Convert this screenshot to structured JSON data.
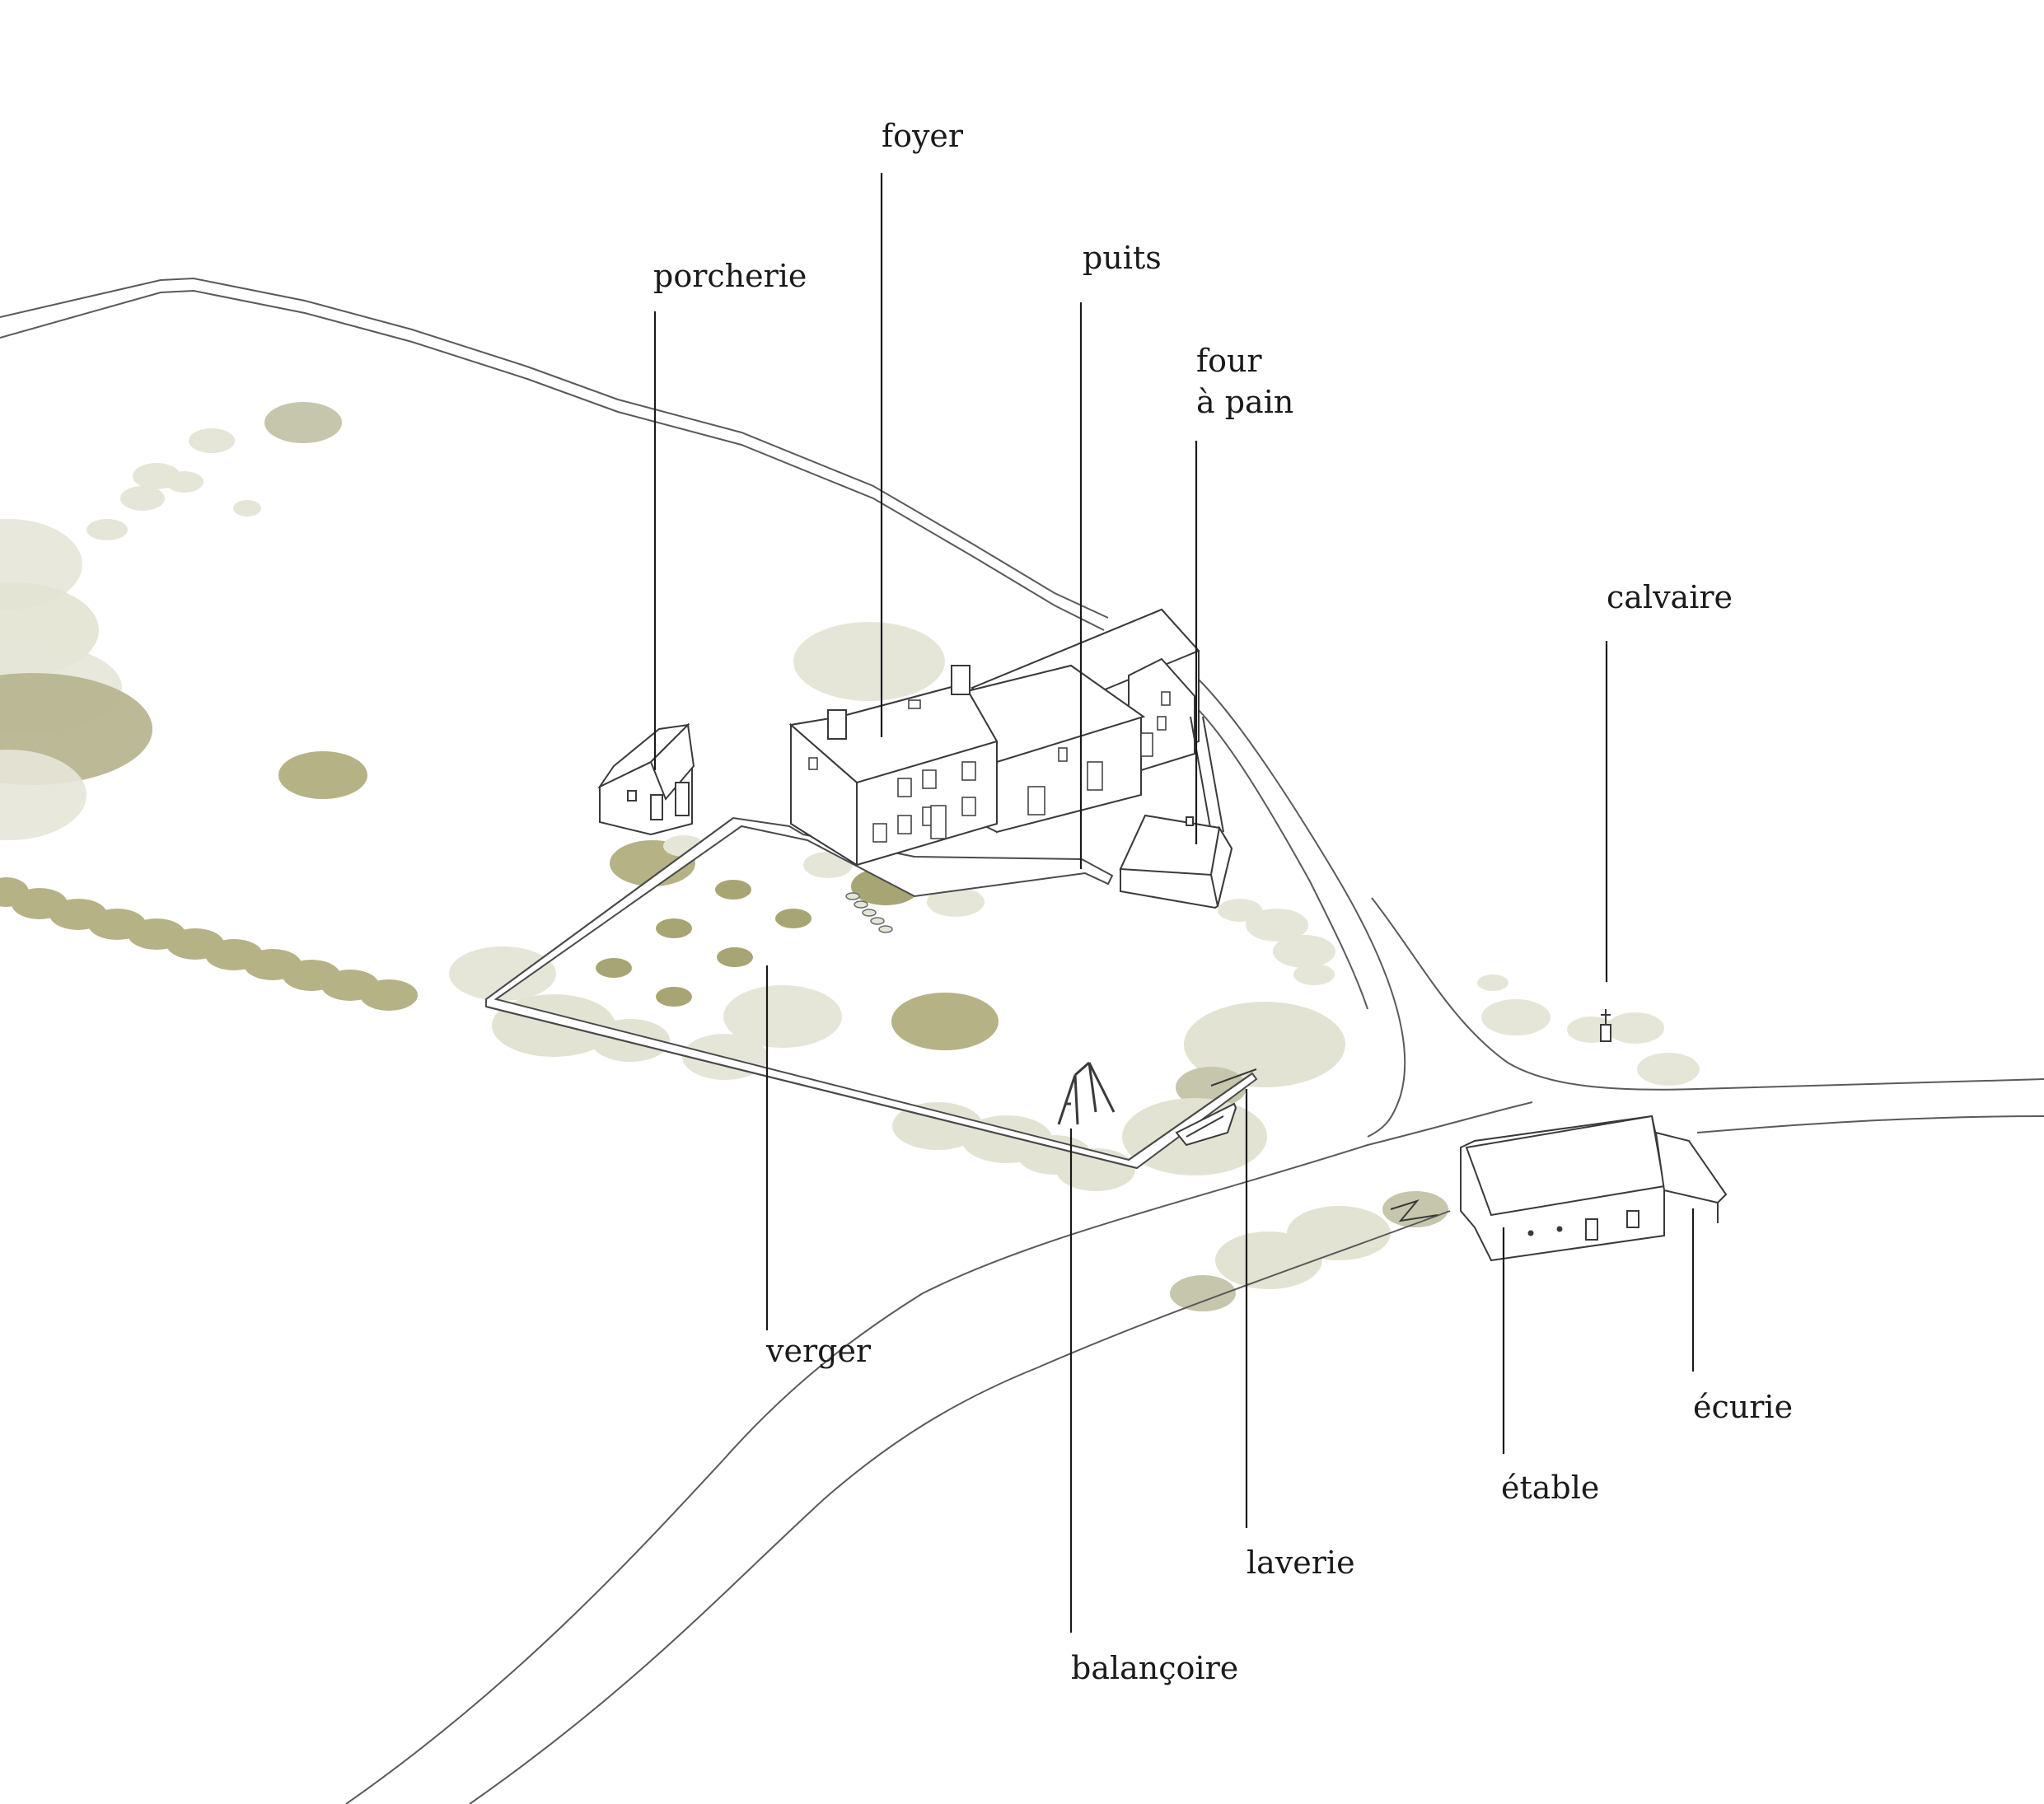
{
  "labels": {
    "foyer": "foyer",
    "porcherie": "porcherie",
    "puits": "puits",
    "four_line1": "four",
    "four_line2": "à pain",
    "calvaire": "calvaire",
    "verger": "verger",
    "ecurie": "écurie",
    "etable": "étable",
    "laverie": "laverie",
    "balancoire": "balançoire"
  },
  "colors": {
    "tree_dark": "#9e9e6b",
    "tree_mid": "#bcbc96",
    "tree_light": "#dcdcc8",
    "tree_pale": "#e6e6d8",
    "line": "#2a2a2a",
    "outline": "#5a5a5a",
    "background": "#ffffff"
  }
}
